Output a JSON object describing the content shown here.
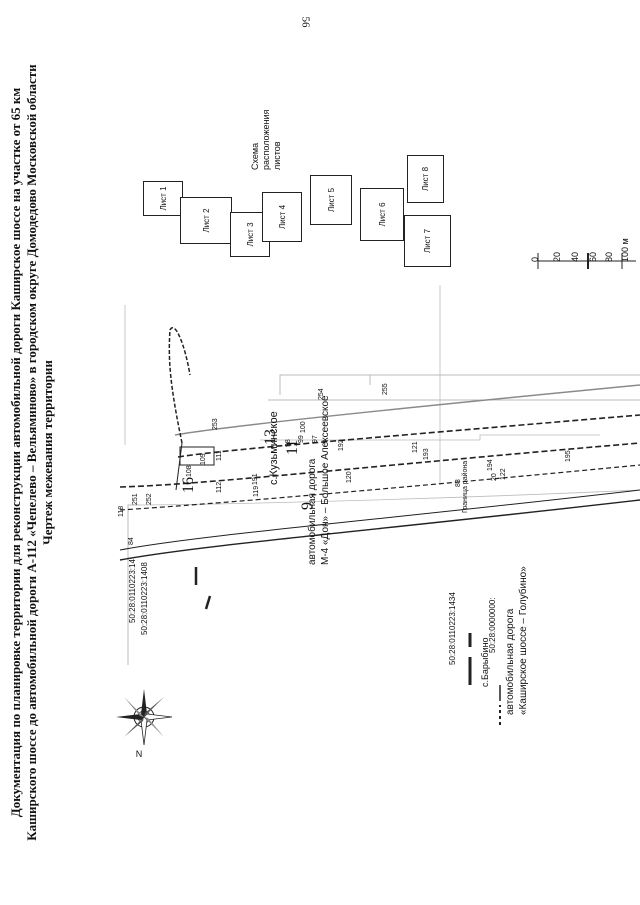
{
  "page_number": "56",
  "header": {
    "line1": "Документация по планировке территории для реконструкции автомобильной дороги Каширское шоссе на участке от 65 км",
    "line2": "Каширского шоссе до автомобильной дороги А-112 «Чепелево – Вельяминово» в городском округе Домодедово Московской области",
    "line3": "Чертеж межевания территории"
  },
  "scheme": {
    "title_line1": "Схема",
    "title_line2": "расположения",
    "title_line3": "листов",
    "sheets": [
      "Лист 1",
      "Лист 2",
      "Лист 3",
      "Лист 4",
      "Лист 5",
      "Лист 6",
      "Лист 7",
      "Лист 8"
    ]
  },
  "scale": {
    "ticks": [
      "0",
      "20",
      "40",
      "60",
      "80",
      "100 м"
    ]
  },
  "compass": {
    "north_label": "N",
    "icon": "compass-rose-icon"
  },
  "map": {
    "place_kuzminskoe": "с.Кузьминское",
    "place_barybino": "с.Барыбино",
    "road_m4_line1": "автомобильная дорога",
    "road_m4_line2": "М-4 «Дон» – Большое Алексеевское",
    "road_kashirskoe_line1": "автомобильная дорога",
    "road_kashirskoe_line2": "«Каширское шоссе – Голубино»",
    "border_label": "Граница района",
    "big_numbers": [
      "16",
      "13",
      "11",
      "9"
    ],
    "cadastral": [
      "50:28:0110223:1408",
      "50:28:0110223:1434",
      "50:28:0000000:",
      "50:28:0110223:14"
    ],
    "point_numbers": [
      "251",
      "252",
      "253",
      "254",
      "255",
      "118",
      "84",
      "83",
      "112",
      "111",
      "109",
      "108",
      "99",
      "97",
      "100",
      "98",
      "191",
      "192",
      "119",
      "120",
      "121",
      "193",
      "195",
      "20",
      "122",
      "194"
    ],
    "colors": {
      "line": "#222222",
      "gray": "#8a8a8a",
      "light": "#bbbbbb"
    }
  }
}
